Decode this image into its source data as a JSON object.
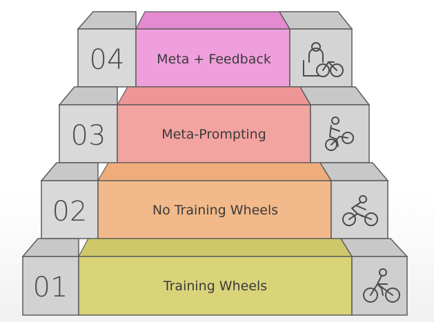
{
  "steps": [
    {
      "number": "01",
      "label": "Training Wheels",
      "color": "#d9d37a",
      "icon": "bicycle-rider-icon"
    },
    {
      "number": "02",
      "label": "No Training Wheels",
      "color": "#f2b98a",
      "icon": "cyclist-racing-icon"
    },
    {
      "number": "03",
      "label": "Meta-Prompting",
      "color": "#f3a3a0",
      "icon": "cyclist-climbing-icon"
    },
    {
      "number": "04",
      "label": "Meta + Feedback",
      "color": "#ef9fdc",
      "icon": "coach-bicycle-icon"
    }
  ],
  "colors": {
    "block_front": "#d7d7d7",
    "block_top": "#c9c9c9",
    "block_edge": "#5a5a5a"
  }
}
